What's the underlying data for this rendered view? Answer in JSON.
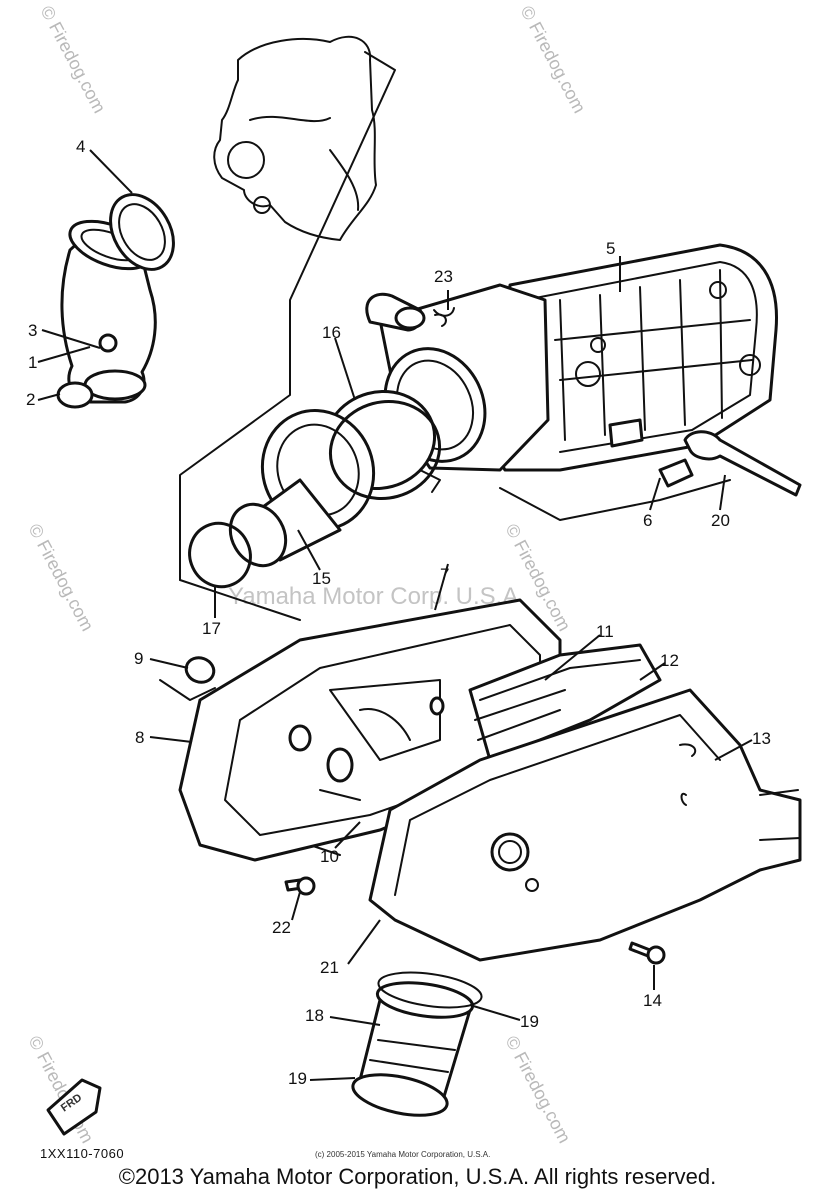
{
  "diagram": {
    "watermark": "© Firedog.com",
    "watermark_center": "Yamaha Motor Corp. U.S.A.",
    "diagram_code": "1XX110-7060",
    "front_marker": "FRD",
    "fine_print": "(c) 2005-2015 Yamaha Motor Corporation, U.S.A.",
    "callouts": [
      {
        "id": "1",
        "label": "1"
      },
      {
        "id": "2",
        "label": "2"
      },
      {
        "id": "3",
        "label": "3"
      },
      {
        "id": "4",
        "label": "4"
      },
      {
        "id": "5",
        "label": "5"
      },
      {
        "id": "6",
        "label": "6"
      },
      {
        "id": "7",
        "label": "7"
      },
      {
        "id": "8",
        "label": "8"
      },
      {
        "id": "9",
        "label": "9"
      },
      {
        "id": "10",
        "label": "10"
      },
      {
        "id": "11",
        "label": "11"
      },
      {
        "id": "12",
        "label": "12"
      },
      {
        "id": "13",
        "label": "13"
      },
      {
        "id": "14",
        "label": "14"
      },
      {
        "id": "15",
        "label": "15"
      },
      {
        "id": "16",
        "label": "16"
      },
      {
        "id": "17",
        "label": "17"
      },
      {
        "id": "18",
        "label": "18"
      },
      {
        "id": "19a",
        "label": "19"
      },
      {
        "id": "19b",
        "label": "19"
      },
      {
        "id": "20",
        "label": "20"
      },
      {
        "id": "21",
        "label": "21"
      },
      {
        "id": "22",
        "label": "22"
      },
      {
        "id": "23",
        "label": "23"
      }
    ]
  },
  "footer": {
    "copyright": "©2013 Yamaha Motor Corporation, U.S.A. All rights reserved."
  }
}
